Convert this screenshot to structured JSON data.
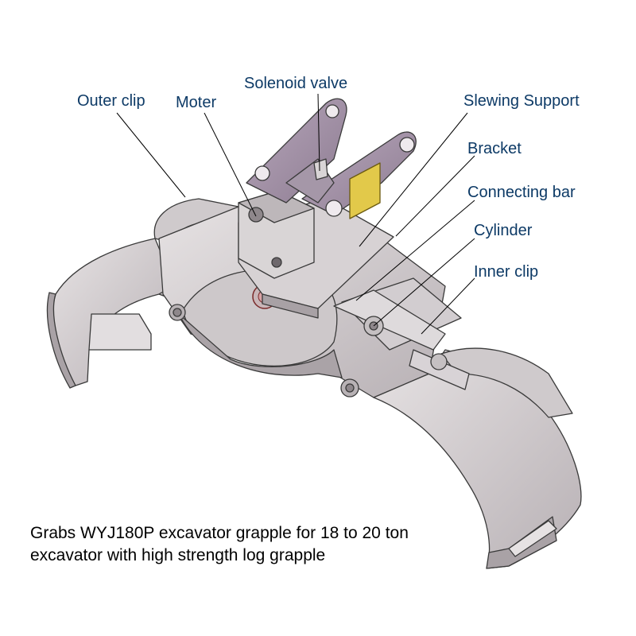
{
  "labels": {
    "outer_clip": "Outer clip",
    "moter": "Moter",
    "solenoid_valve": "Solenoid valve",
    "slewing_support": "Slewing Support",
    "bracket": "Bracket",
    "connecting_bar": "Connecting bar",
    "cylinder": "Cylinder",
    "inner_clip": "Inner clip"
  },
  "caption": {
    "line1": "Grabs WYJ180P excavator grapple for 18 to 20 ton",
    "line2": "excavator with high strength log grapple"
  },
  "colors": {
    "label_text": "#0d3a66",
    "metal_light": "#d9d5d6",
    "metal_mid": "#b9b3b6",
    "metal_dark": "#8f878c",
    "mount_plate": "#9a8a9e",
    "outline": "#3a3a3a",
    "leader_line": "#000000"
  }
}
